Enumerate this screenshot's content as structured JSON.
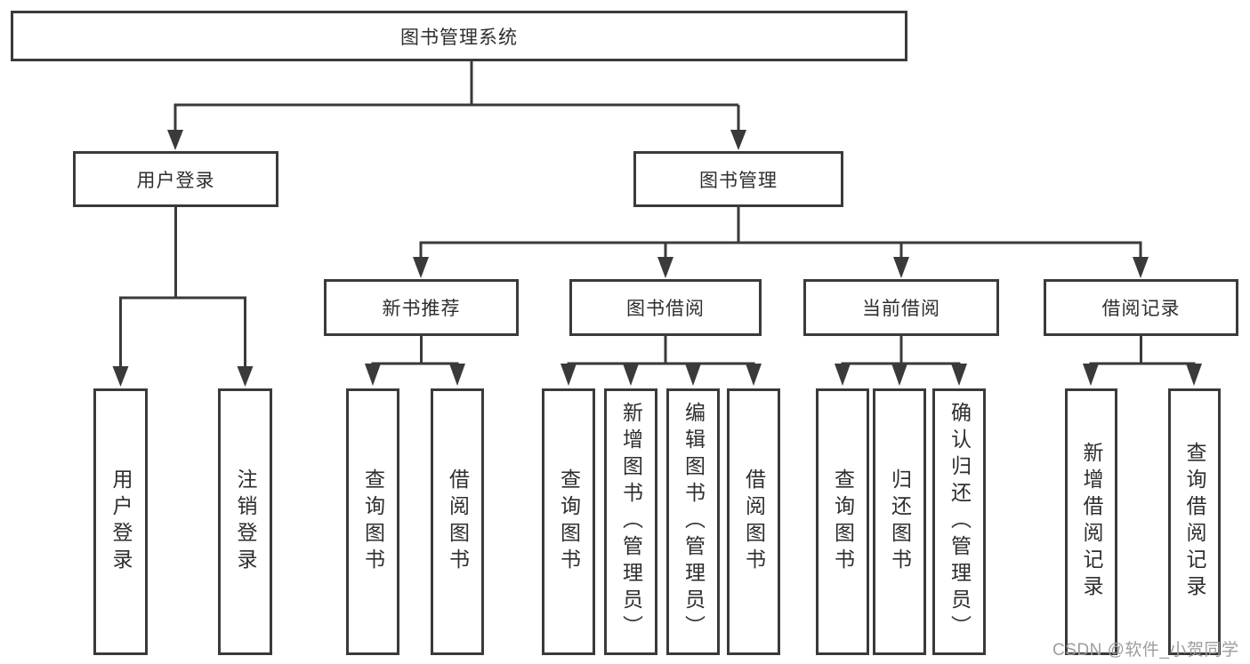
{
  "diagram": {
    "root": "图书管理系统",
    "level2": {
      "user_login": "用户登录",
      "book_mgmt": "图书管理"
    },
    "level3": {
      "new_book": "新书推荐",
      "book_borrow": "图书借阅",
      "current_borrow": "当前借阅",
      "borrow_record": "借阅记录"
    },
    "leaves": {
      "user_login": [
        "用户登录",
        "注销登录"
      ],
      "new_book": [
        "查询图书",
        "借阅图书"
      ],
      "book_borrow": [
        "查询图书",
        "新增图书（管理员）",
        "编辑图书（管理员）",
        "借阅图书"
      ],
      "current_borrow": [
        "查询图书",
        "归还图书",
        "确认归还（管理员）"
      ],
      "borrow_record": [
        "新增借阅记录",
        "查询借阅记录"
      ]
    },
    "watermark": "CSDN @软件_小贺同学",
    "colors": {
      "line": "#3a3a3a",
      "text": "#2e2e2e",
      "watermark": "#9d9d9d",
      "background": "#ffffff"
    }
  }
}
